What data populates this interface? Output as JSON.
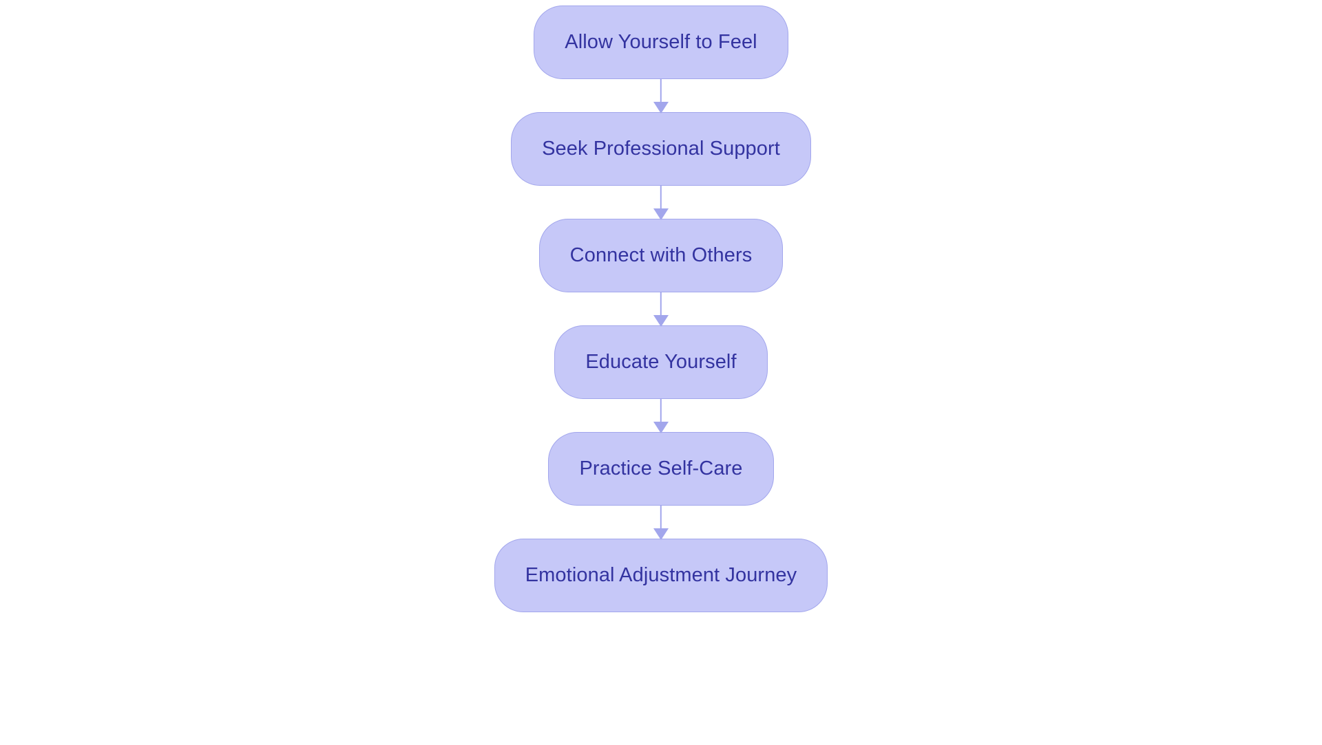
{
  "diagram": {
    "type": "flowchart",
    "orientation": "top-to-bottom",
    "background_color": "#ffffff",
    "node_fill_color": "#c6c8f8",
    "node_border_color": "#a2a6ec",
    "node_text_color": "#3333a0",
    "connector_color": "#a2a6ec",
    "node_shape": "rounded-pill",
    "nodes": [
      {
        "id": "allow-yourself-to-feel",
        "label": "Allow Yourself to Feel"
      },
      {
        "id": "seek-professional-support",
        "label": "Seek Professional Support"
      },
      {
        "id": "connect-with-others",
        "label": "Connect with Others"
      },
      {
        "id": "educate-yourself",
        "label": "Educate Yourself"
      },
      {
        "id": "practice-self-care",
        "label": "Practice Self-Care"
      },
      {
        "id": "emotional-adjustment-journey",
        "label": "Emotional Adjustment Journey"
      }
    ],
    "edges": [
      {
        "from": "allow-yourself-to-feel",
        "to": "seek-professional-support",
        "arrow": "down"
      },
      {
        "from": "seek-professional-support",
        "to": "connect-with-others",
        "arrow": "down"
      },
      {
        "from": "connect-with-others",
        "to": "educate-yourself",
        "arrow": "down"
      },
      {
        "from": "educate-yourself",
        "to": "practice-self-care",
        "arrow": "down"
      },
      {
        "from": "practice-self-care",
        "to": "emotional-adjustment-journey",
        "arrow": "down"
      }
    ]
  }
}
